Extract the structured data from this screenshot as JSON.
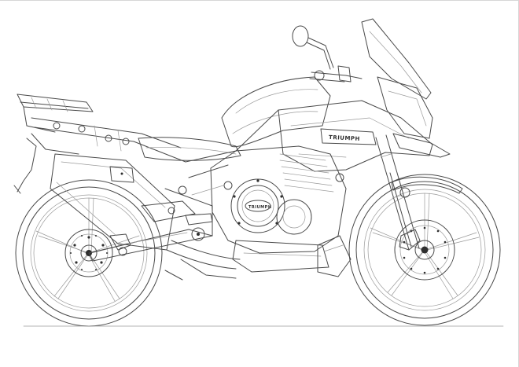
{
  "image": {
    "subject": "motorcycle-line-drawing",
    "style": "monochrome line art"
  },
  "branding": {
    "tank_badge": "TRIUMPH",
    "engine_badge": "TRIUMPH"
  },
  "colors": {
    "background": "#ffffff",
    "line": "#4a4a4a",
    "light_line": "#9a9a9a"
  }
}
